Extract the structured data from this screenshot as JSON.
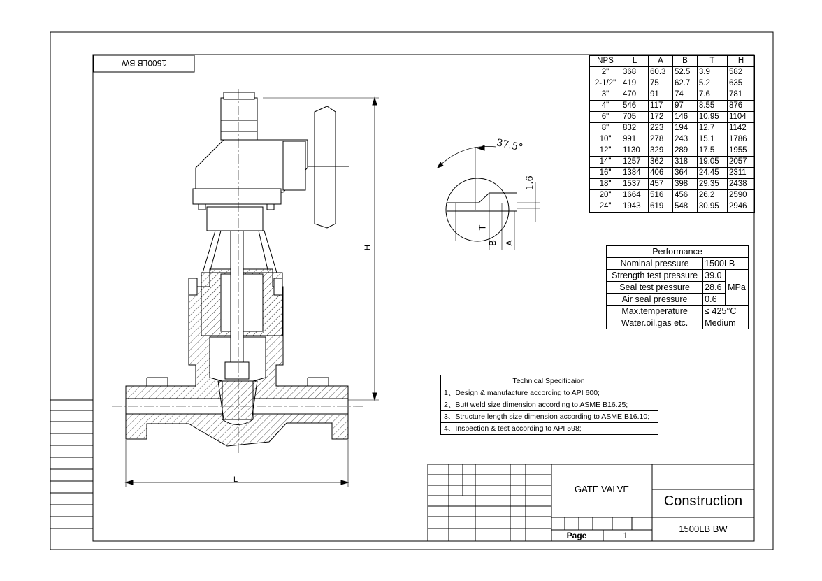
{
  "drawing": {
    "title_tag": "1500LB BW",
    "dimension_labels": {
      "height": "H",
      "length": "L"
    },
    "detail": {
      "angle": "37.5°",
      "lip": "1.6",
      "t": "T",
      "b": "B",
      "a": "A"
    }
  },
  "dimension_table": {
    "headers": [
      "NPS",
      "L",
      "A",
      "B",
      "T",
      "H"
    ],
    "rows": [
      [
        "2\"",
        "368",
        "60.3",
        "52.5",
        "3.9",
        "582"
      ],
      [
        "2-1/2\"",
        "419",
        "75",
        "62.7",
        "5.2",
        "635"
      ],
      [
        "3\"",
        "470",
        "91",
        "74",
        "7.6",
        "781"
      ],
      [
        "4\"",
        "546",
        "117",
        "97",
        "8.55",
        "876"
      ],
      [
        "6\"",
        "705",
        "172",
        "146",
        "10.95",
        "1104"
      ],
      [
        "8\"",
        "832",
        "223",
        "194",
        "12.7",
        "1142"
      ],
      [
        "10\"",
        "991",
        "278",
        "243",
        "15.1",
        "1786"
      ],
      [
        "12\"",
        "1130",
        "329",
        "289",
        "17.5",
        "1955"
      ],
      [
        "14\"",
        "1257",
        "362",
        "318",
        "19.05",
        "2057"
      ],
      [
        "16\"",
        "1384",
        "406",
        "364",
        "24.45",
        "2311"
      ],
      [
        "18\"",
        "1537",
        "457",
        "398",
        "29.35",
        "2438"
      ],
      [
        "20\"",
        "1664",
        "516",
        "456",
        "26.2",
        "2590"
      ],
      [
        "24\"",
        "1943",
        "619",
        "548",
        "30.95",
        "2946"
      ]
    ]
  },
  "performance": {
    "title": "Performance",
    "rows": [
      {
        "label": "Nominal pressure",
        "value": "1500LB"
      },
      {
        "label": "Strength test pressure",
        "value": "39.0"
      },
      {
        "label": "Seal test pressure",
        "value": "28.6"
      },
      {
        "label": "Air seal pressure",
        "value": "0.6"
      },
      {
        "label": "Max.temperature",
        "value": "≤ 425°C"
      },
      {
        "label": "Water.oil.gas etc.",
        "value": "Medium"
      }
    ],
    "unit": "MPa"
  },
  "technical_spec": {
    "title": "Technical Specificaion",
    "items": [
      "1、Design & manufacture according to API 600;",
      "2、Butt weld size dimension according to ASME B16.25;",
      "3、Structure length size dimension according to ASME B16.10;",
      "4、Inspection & test according to API 598;"
    ]
  },
  "title_block": {
    "product": "GATE VALVE",
    "construction": "Construction",
    "model": "1500LB BW",
    "page_label": "Page",
    "page_number": "1"
  }
}
